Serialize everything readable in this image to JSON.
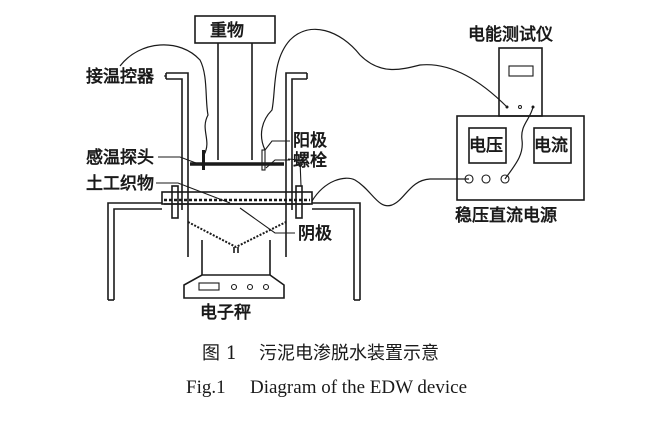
{
  "diagram": {
    "title": "污泥电渗脱水装置示意",
    "labels": {
      "weight": "重物",
      "temp_controller": "接温控器",
      "anode": "阳极",
      "temp_probe": "感温探头",
      "bolt": "螺栓",
      "geotextile": "土工织物",
      "cathode": "阴极",
      "scale": "电子秤",
      "energy_meter": "电能测试仪",
      "voltage": "电压",
      "current": "电流",
      "dc_power_supply": "稳压直流电源"
    },
    "caption": {
      "cn_number": "图 1",
      "cn_text": "污泥电渗脱水装置示意",
      "en_number": "Fig.1",
      "en_text": "Diagram of the EDW device"
    }
  }
}
